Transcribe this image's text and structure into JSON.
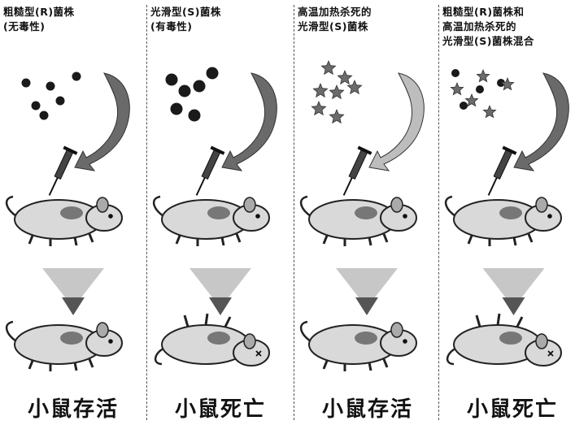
{
  "panels": [
    {
      "label_lines": [
        "粗糙型(R)菌株",
        "(无毒性)"
      ],
      "bacteria": "R",
      "outcome": "小鼠存活",
      "mouse_after": "alive"
    },
    {
      "label_lines": [
        "光滑型(S)菌株",
        "(有毒性)"
      ],
      "bacteria": "S",
      "outcome": "小鼠死亡",
      "mouse_after": "dead"
    },
    {
      "label_lines": [
        "高温加热杀死的",
        "光滑型(S)菌株"
      ],
      "bacteria": "heat-killed-S",
      "outcome": "小鼠存活",
      "mouse_after": "alive"
    },
    {
      "label_lines": [
        "粗糙型(R)菌株和",
        "高温加热杀死的",
        "光滑型(S)菌株混合"
      ],
      "bacteria": "mixed",
      "outcome": "小鼠死亡",
      "mouse_after": "dead"
    }
  ],
  "colors": {
    "ink": "#111111",
    "bacteria": "#1a1a1a",
    "mouse_body": "#d9d9d9",
    "mouse_outline": "#222222",
    "arrow": "#555555"
  }
}
